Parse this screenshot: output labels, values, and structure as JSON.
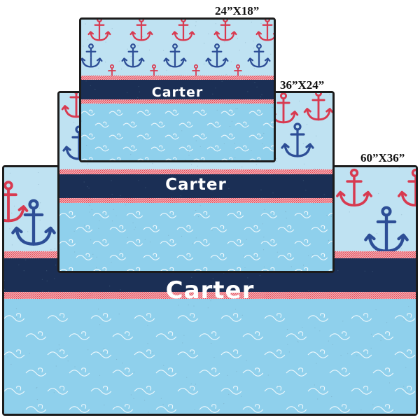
{
  "products": [
    {
      "id": "mat-large",
      "size_label": "60”X36”",
      "name": "Carter"
    },
    {
      "id": "mat-medium",
      "size_label": "36”X24”",
      "name": "Carter"
    },
    {
      "id": "mat-small",
      "size_label": "24”X18”",
      "name": "Carter"
    }
  ],
  "colors": {
    "sky_background": "#bfe2f2",
    "water": "#8fd0ec",
    "navy_band": "#1b2f55",
    "stripe_red": "#e2404e",
    "anchor_blue": "#2d4e96",
    "anchor_red": "#d83a50",
    "mat_border": "#1c1c1c",
    "wave_line": "#ffffff"
  },
  "icons": [
    "anchor-icon",
    "wave-pattern"
  ]
}
